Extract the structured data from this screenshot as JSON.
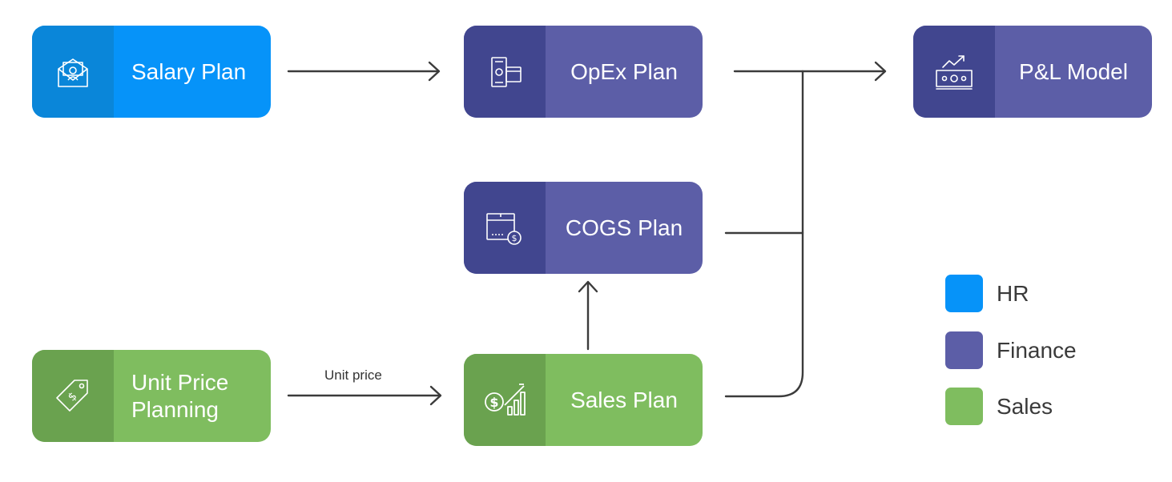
{
  "colors": {
    "hr": "#0693f9",
    "hr_dark": "#0a86d9",
    "finance": "#5c5ea7",
    "finance_dark": "#41468f",
    "sales": "#7fbd5f",
    "sales_dark": "#6aa24f",
    "connector": "#3b3b3b"
  },
  "nodes": {
    "salary": {
      "label": "Salary Plan",
      "icon": "money-envelope-icon",
      "group": "HR"
    },
    "opex": {
      "label": "OpEx Plan",
      "icon": "cash-card-icon",
      "group": "Finance"
    },
    "pl": {
      "label": "P&L Model",
      "icon": "growth-money-icon",
      "group": "Finance"
    },
    "cogs": {
      "label": "COGS Plan",
      "icon": "box-dollar-icon",
      "group": "Finance"
    },
    "unit_price": {
      "label": "Unit Price\nPlanning",
      "icon": "price-tag-icon",
      "group": "Sales"
    },
    "sales_plan": {
      "label": "Sales Plan",
      "icon": "dollar-chart-icon",
      "group": "Sales"
    }
  },
  "edge_labels": {
    "unit_price": "Unit price"
  },
  "legend": [
    {
      "label": "HR",
      "color": "#0693f9"
    },
    {
      "label": "Finance",
      "color": "#5c5ea7"
    },
    {
      "label": "Sales",
      "color": "#7fbd5f"
    }
  ]
}
